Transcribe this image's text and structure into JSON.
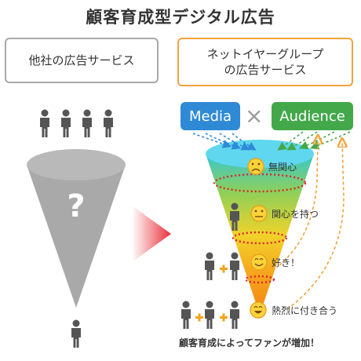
{
  "title": "顧客育成型デジタル広告",
  "left_box": {
    "label": "他社の広告サービス"
  },
  "right_box": {
    "line1": "ネットイヤーグループ",
    "line2": "の広告サービス"
  },
  "left_funnel": {
    "unknown_symbol": "?"
  },
  "media_label": "Media",
  "times_symbol": "×",
  "audience_label": "Audience",
  "stages": [
    {
      "label": "無関心",
      "face": "frown-face-icon"
    },
    {
      "label": "関心を持つ",
      "face": "neutral-face-icon"
    },
    {
      "label": "好き！",
      "face": "smile-face-icon"
    },
    {
      "label": "熱烈に付き合う",
      "face": "happy-face-icon"
    }
  ],
  "bottom_caption": "顧客育成によってファンが増加！",
  "colors": {
    "media": "#2f8ad6",
    "audience": "#43a84a",
    "accent_orange": "#f1a33c",
    "arrow_red": "#e8303a",
    "ring_red": "#d9232b",
    "person": "#555555",
    "plus": "#f2a51e"
  }
}
